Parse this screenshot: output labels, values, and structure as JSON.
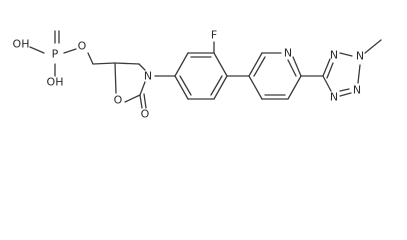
{
  "molecule": {
    "atoms": {
      "oh_top": "OH",
      "phosphorus": "P",
      "o_ester": "O",
      "oh_bottom": "OH",
      "fluorine": "F",
      "n_oxazolidinone": "N",
      "o_ring": "O",
      "o_carbonyl": "O",
      "n_pyridine": "N",
      "n_tetrazole_1": "N",
      "n_tetrazole_2": "N",
      "n_tetrazole_3": "N",
      "n_tetrazole_4": "N"
    }
  }
}
